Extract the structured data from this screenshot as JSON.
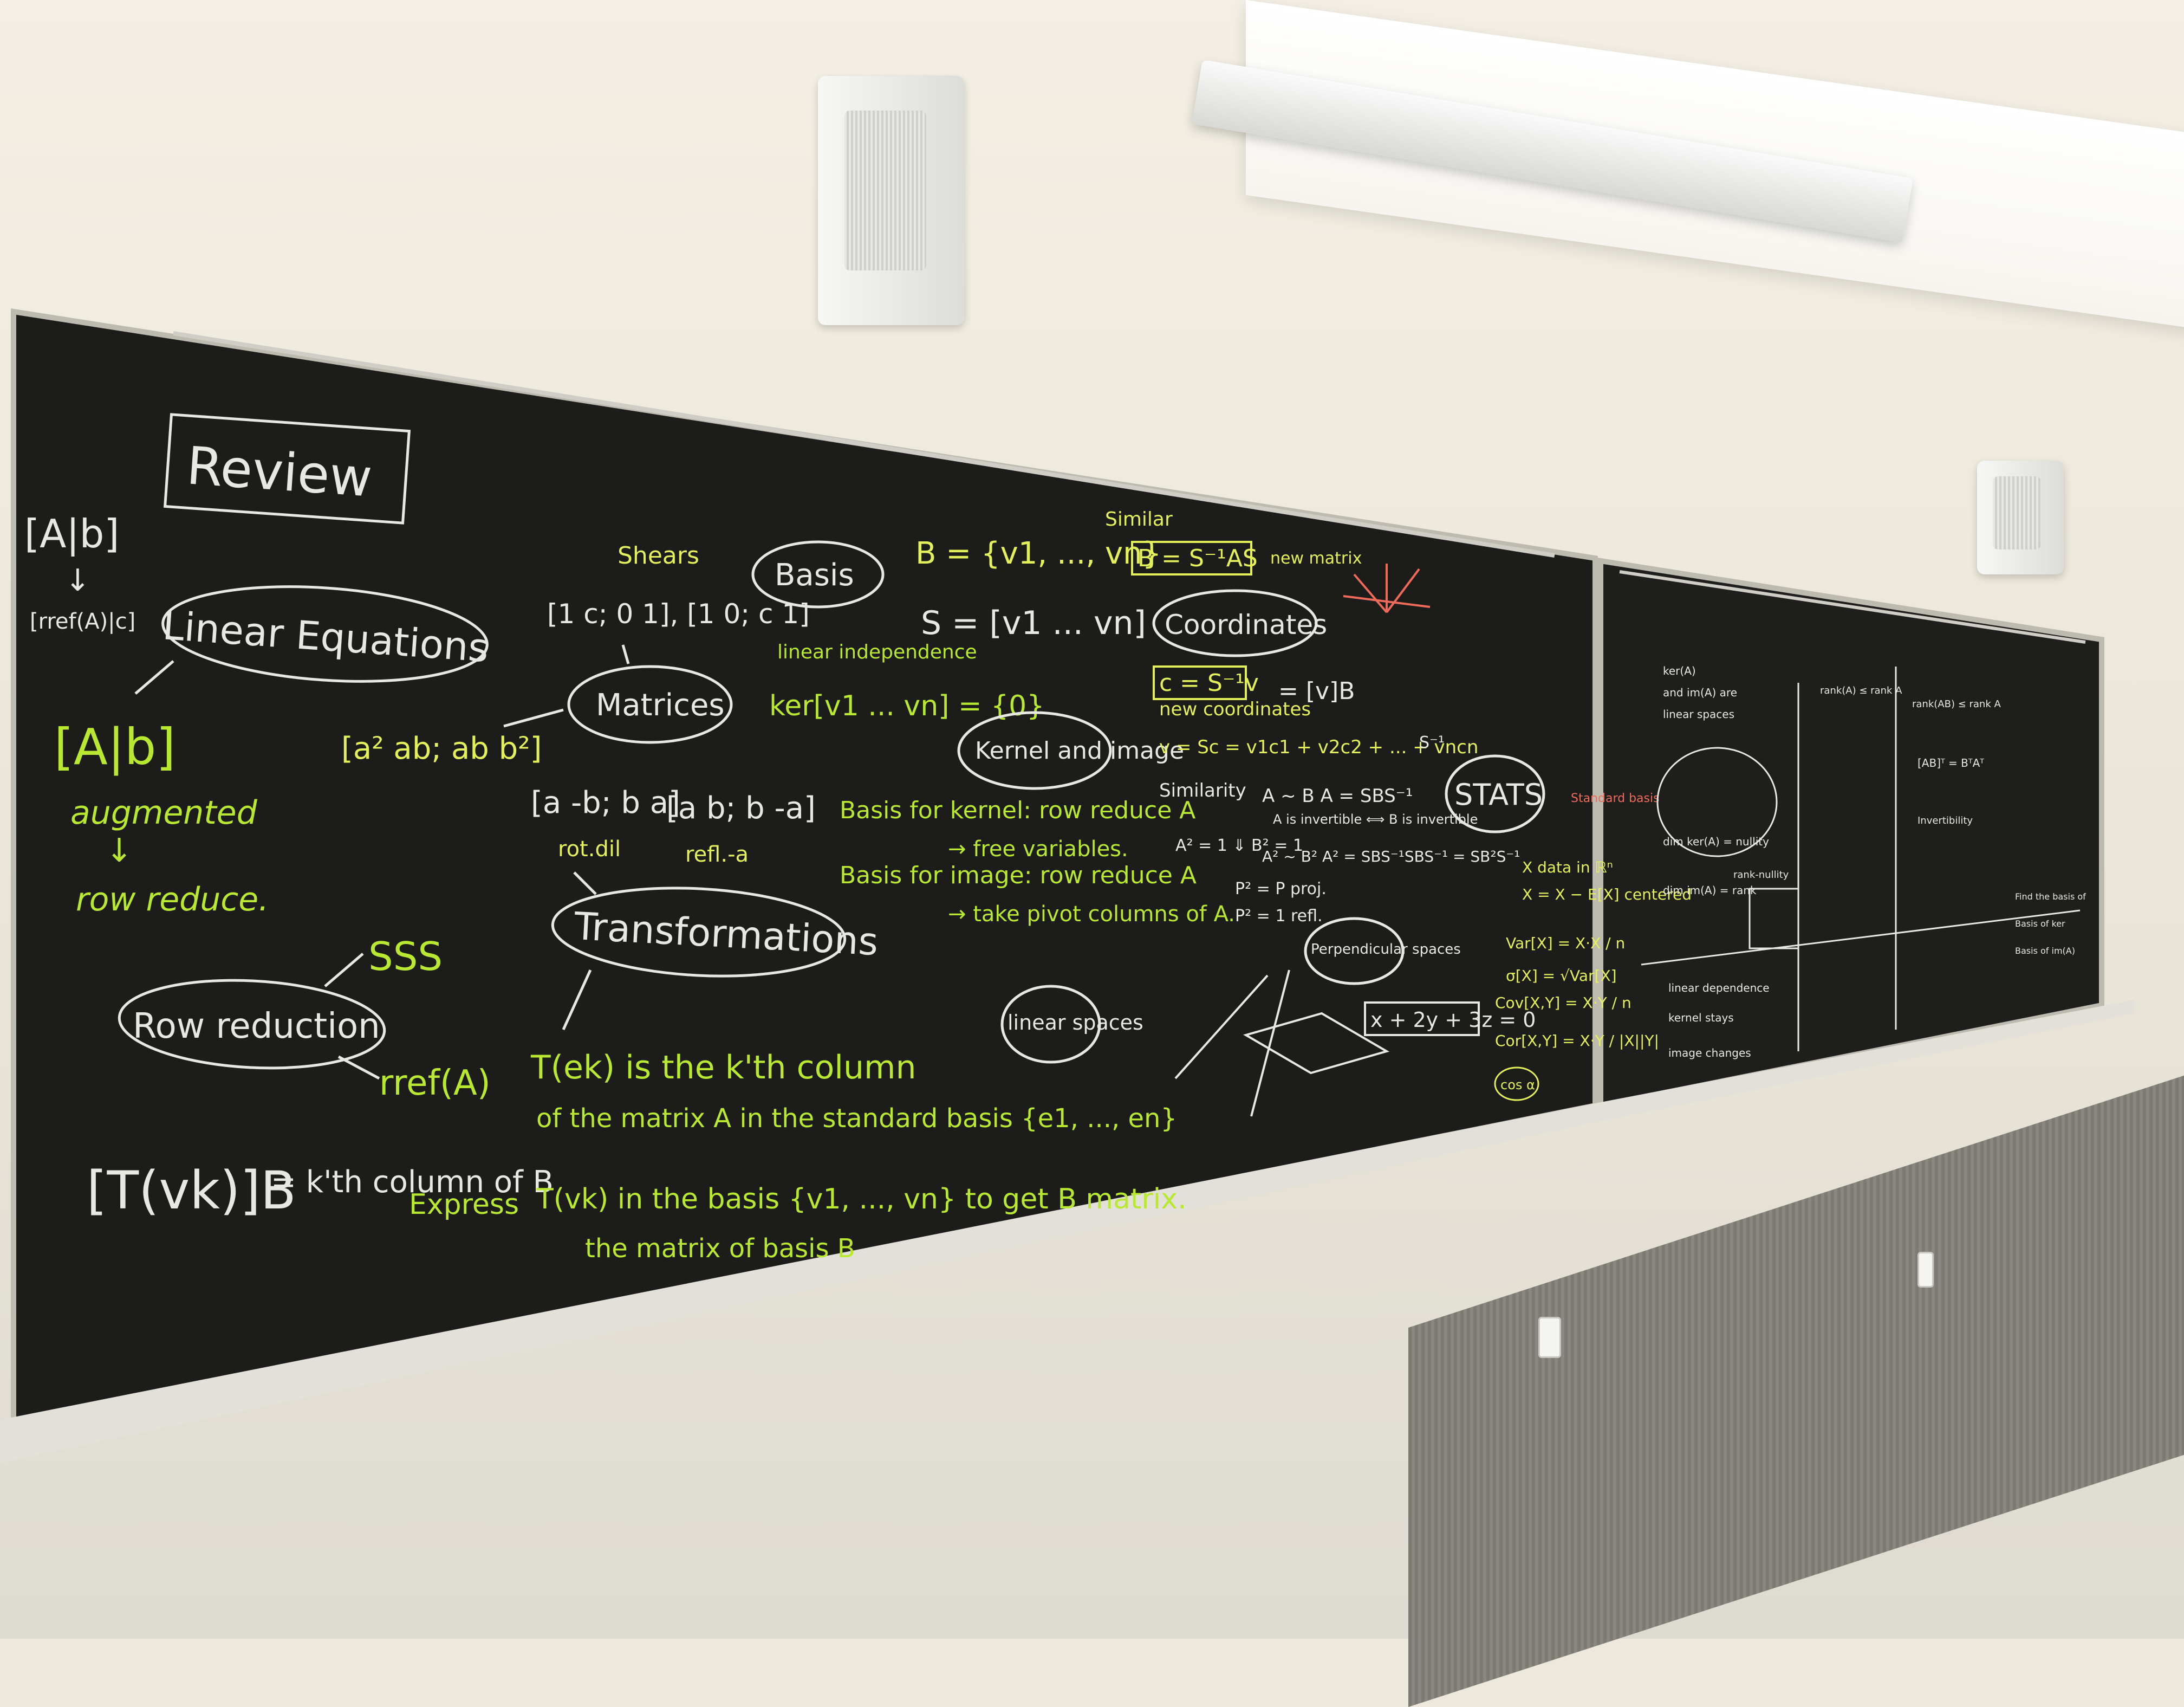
{
  "board": {
    "title": "Review",
    "left_notes": {
      "aug_top": "[A|b]",
      "arrow": "↓",
      "rref_label": "[rref(A)|c]",
      "linear_equations": "Linear Equations",
      "aug_main": "[A|b]",
      "augmented": "augmented",
      "row_reduce": "row reduce.",
      "sss": "SSS",
      "row_reduction": "Row reduction",
      "rref": "rref(A)",
      "tvk_formula": "[T(vk)]B",
      "tvk_eq": "= k'th column of B",
      "express": "Express"
    },
    "middle_notes": {
      "shears": "Shears",
      "shear_matrices": "[1 c; 0 1], [1 0; c 1]",
      "matrices": "Matrices",
      "matrix_ab": "[a² ab; ab b²]",
      "rot_matrix": "[a -b; b a]",
      "refl_matrix": "[a b; b -a]",
      "rot_dil": "rot.dil",
      "refl": "refl.-a",
      "basis": "Basis",
      "basis_def": "B = {v1, ..., vn}",
      "s_matrix": "S = [v1 ... vn]",
      "linear_independence": "linear independence",
      "ker_zero": "ker[v1 ... vn] = {0}",
      "kernel_image": "Kernel and image",
      "basis_kernel": "Basis for kernel: row reduce A",
      "free_vars": "→ free variables.",
      "basis_image": "Basis for image: row reduce A",
      "pivot_cols": "→ take pivot columns of A.",
      "transformations": "Transformations",
      "linear_spaces": "linear spaces",
      "tek": "T(ek) is the k'th column",
      "tek2": "of the matrix A in the standard basis {e1, ..., en}",
      "express_line": "T(vk) in the basis {v1, ..., vn} to get B matrix.",
      "express_line2": "the matrix of basis B"
    },
    "right_notes": {
      "similar": "Similar",
      "similar_formula": "B = S⁻¹AS",
      "new_matrix": "new matrix",
      "coordinates": "Coordinates",
      "c_formula": "c = S⁻¹v",
      "new_coords": "new coordinates",
      "v_bracket": "= [v]B",
      "v_sc": "v = Sc = v1c1 + v2c2 + ... + vncn",
      "similarity": "Similarity",
      "a_sim_b": "A ~ B    A = SBS⁻¹",
      "a_invert": "A is invertible ⟺ B is invertible",
      "a2_b2": "A² ~ B²    A² = SBS⁻¹SBS⁻¹ = SB²S⁻¹",
      "a2_eq": "A² = 1  ⇓  B² = 1",
      "p_proj": "P² = P  proj.",
      "p_refl": "P² = 1  refl.",
      "stats": "STATS",
      "x_data": "X data in ℝⁿ",
      "x_centered": "X = X − E[X]  centered",
      "var": "Var[X] = X·X / n",
      "sigma": "σ[X] = √Var[X]",
      "cov": "Cov[X,Y] = X·Y / n",
      "cor": "Cor[X,Y] = X·Y / |X||Y|",
      "cos_a": "cos α",
      "perpendicular": "Perpendicular spaces",
      "plane_eq": "x + 2y + 3z = 0",
      "standard_basis": "Standard basis",
      "s_inv": "S⁻¹"
    },
    "far_right_notes": {
      "ker_a": "ker(A)",
      "and_im": "and im(A) are",
      "linear_spaces": "linear spaces",
      "dim_ker": "dim ker(A) = nullity",
      "dim_im": "dim im(A) = rank",
      "rank_nullity": "rank-nullity",
      "linear_dependence": "linear dependence",
      "kernel_stays": "kernel stays",
      "image_changes": "image changes",
      "rank_le": "rank(A) ≤ rank A",
      "rank_le2": "rank(AB) ≤ rank A",
      "aat": "[AB]ᵀ = BᵀAᵀ",
      "invertibility": "Invertibility",
      "find_basis": "Find the basis of",
      "basis_of": "Basis of ker",
      "basis_im": "Basis of im(A)"
    }
  },
  "colors": {
    "board": "#1c1d1b",
    "chalk_white": "#e8e8e2",
    "chalk_green": "#b8e830",
    "chalk_yellow": "#e4f05a",
    "chalk_red": "#f06a5a",
    "wall": "#efebe0",
    "tray": "#e2e0d8"
  }
}
